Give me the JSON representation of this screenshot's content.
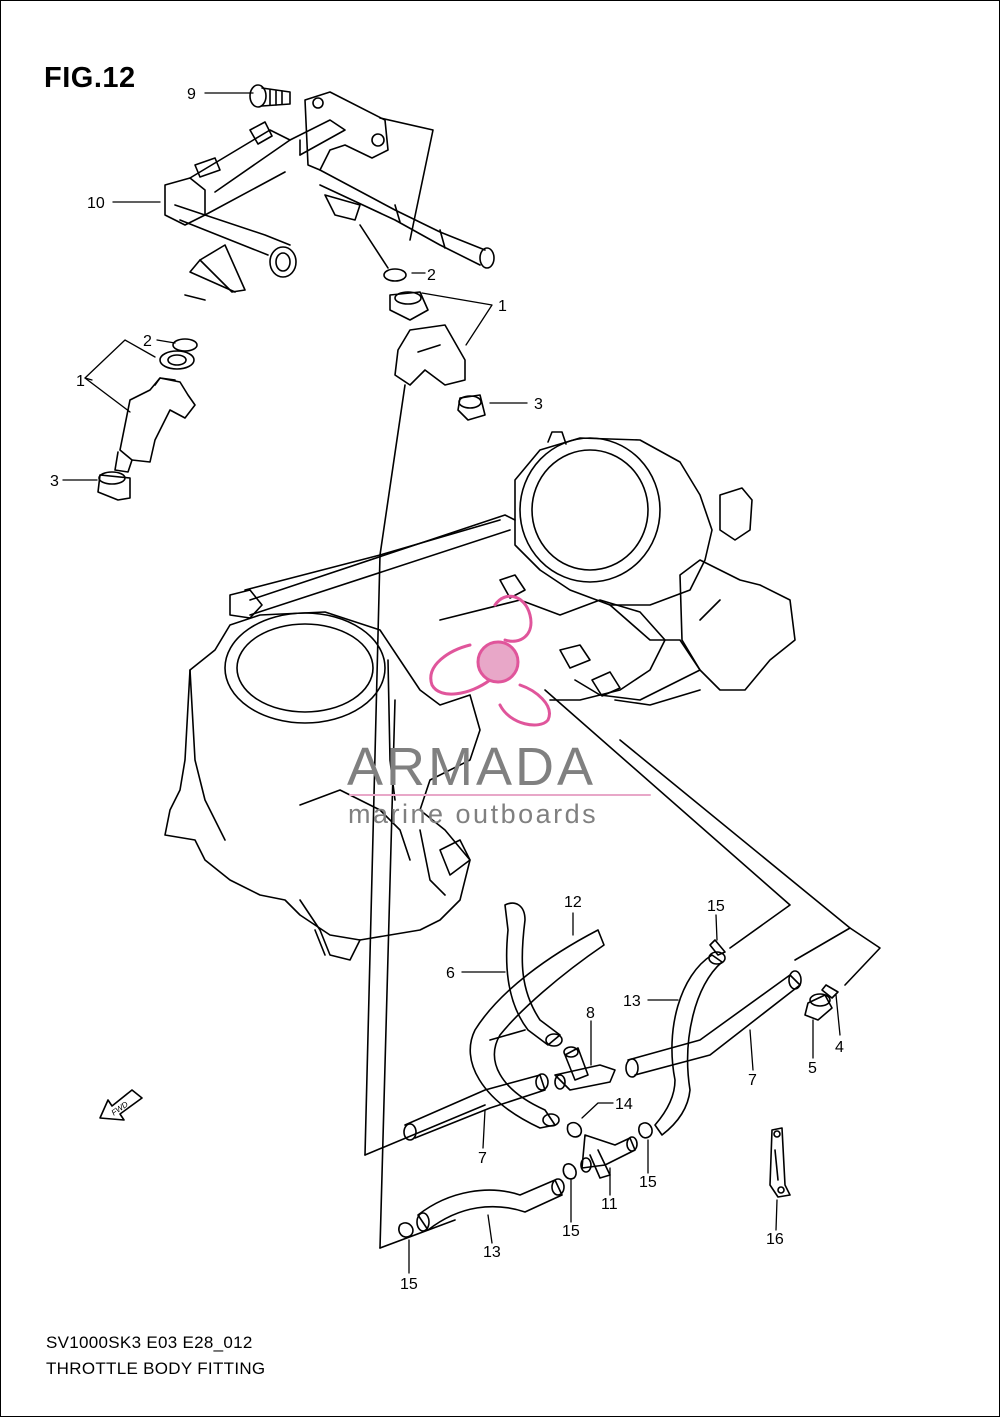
{
  "figure": {
    "title": "FIG.12",
    "code": "SV1000SK3 E03 E28_012",
    "name": "THROTTLE BODY FITTING"
  },
  "watermark": {
    "brand": "ARMADA",
    "tagline": "marine outboards",
    "colors": {
      "logo": "#e0559b",
      "logo_fill": "#e8a7c8",
      "text": "#808080"
    }
  },
  "fwd_arrow": {
    "label": "FWD"
  },
  "callouts": [
    {
      "id": "9",
      "label": "9"
    },
    {
      "id": "10",
      "label": "10"
    },
    {
      "id": "2a",
      "label": "2"
    },
    {
      "id": "1a",
      "label": "1"
    },
    {
      "id": "3a",
      "label": "3"
    },
    {
      "id": "2b",
      "label": "2"
    },
    {
      "id": "1b",
      "label": "1"
    },
    {
      "id": "3b",
      "label": "3"
    },
    {
      "id": "12",
      "label": "12"
    },
    {
      "id": "6",
      "label": "6"
    },
    {
      "id": "8",
      "label": "8"
    },
    {
      "id": "15a",
      "label": "15"
    },
    {
      "id": "13a",
      "label": "13"
    },
    {
      "id": "7a",
      "label": "7"
    },
    {
      "id": "5",
      "label": "5"
    },
    {
      "id": "4",
      "label": "4"
    },
    {
      "id": "14",
      "label": "14"
    },
    {
      "id": "7b",
      "label": "7"
    },
    {
      "id": "15b",
      "label": "15"
    },
    {
      "id": "11",
      "label": "11"
    },
    {
      "id": "15c",
      "label": "15"
    },
    {
      "id": "13b",
      "label": "13"
    },
    {
      "id": "16",
      "label": "16"
    },
    {
      "id": "15d",
      "label": "15"
    }
  ]
}
